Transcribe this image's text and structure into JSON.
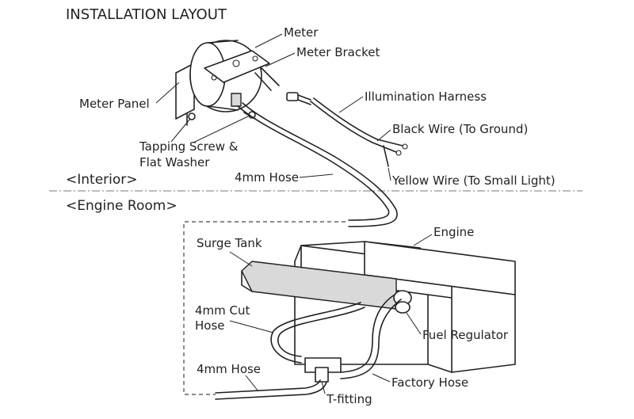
{
  "title": "INSTALLATION LAYOUT",
  "sections": {
    "interior": "<Interior>",
    "engine_room": "<Engine Room>"
  },
  "labels": {
    "meter": "Meter",
    "meter_bracket": "Meter Bracket",
    "meter_panel": "Meter Panel",
    "illumination_harness": "Illumination Harness",
    "black_wire": "Black Wire (To Ground)",
    "tapping_screw_1": "Tapping Screw &",
    "tapping_screw_2": "Flat Washer",
    "hose_4mm_top": "4mm Hose",
    "yellow_wire": "Yellow Wire (To Small Light)",
    "engine": "Engine",
    "surge_tank": "Surge Tank",
    "cut_hose_1": "4mm Cut",
    "cut_hose_2": "Hose",
    "fuel_regulator": "Fuel Regulator",
    "hose_4mm_bottom": "4mm Hose",
    "factory_hose": "Factory Hose",
    "t_fitting": "T-fitting"
  }
}
